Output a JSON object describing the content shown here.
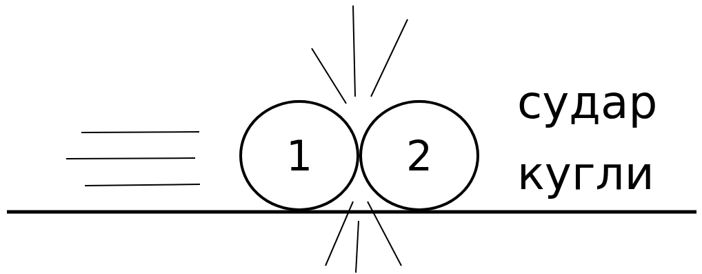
{
  "diagram": {
    "nodes": [
      {
        "text": [
          "1"
        ]
      },
      {
        "text": [
          "2"
        ]
      }
    ],
    "labels": [
      "судар кугли"
    ]
  }
}
